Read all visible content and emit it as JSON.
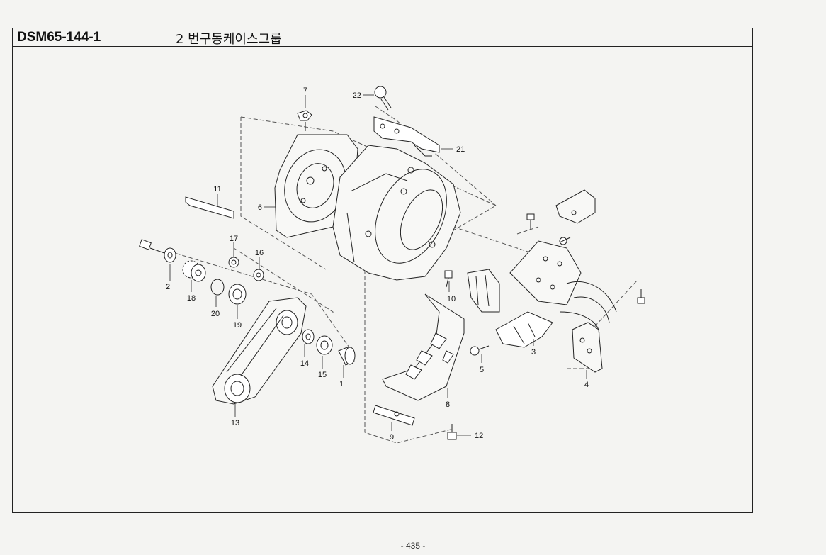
{
  "header": {
    "code": "DSM65-144-1",
    "title": "2 번구동케이스그룹"
  },
  "callouts": [
    {
      "id": "c7",
      "number": "7"
    },
    {
      "id": "c22",
      "number": "22"
    },
    {
      "id": "c21",
      "number": "21"
    },
    {
      "id": "c11",
      "number": "11"
    },
    {
      "id": "c6",
      "number": "6"
    },
    {
      "id": "c17",
      "number": "17"
    },
    {
      "id": "c16",
      "number": "16"
    },
    {
      "id": "c2",
      "number": "2"
    },
    {
      "id": "c18",
      "number": "18"
    },
    {
      "id": "c20",
      "number": "20"
    },
    {
      "id": "c19",
      "number": "19"
    },
    {
      "id": "c14",
      "number": "14"
    },
    {
      "id": "c15",
      "number": "15"
    },
    {
      "id": "c1",
      "number": "1"
    },
    {
      "id": "c13",
      "number": "13"
    },
    {
      "id": "c10",
      "number": "10"
    },
    {
      "id": "c8",
      "number": "8"
    },
    {
      "id": "c9",
      "number": "9"
    },
    {
      "id": "c12",
      "number": "12"
    },
    {
      "id": "c5",
      "number": "5"
    },
    {
      "id": "c3",
      "number": "3"
    },
    {
      "id": "c4",
      "number": "4"
    }
  ],
  "footer": {
    "page": "- 435 -"
  }
}
